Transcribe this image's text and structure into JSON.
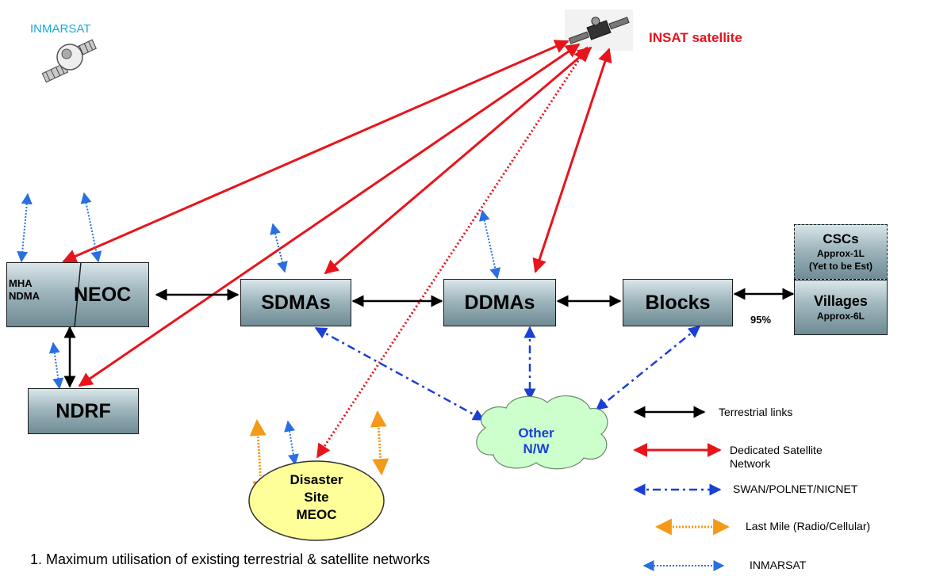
{
  "labels": {
    "inmarsat_sat": "INMARSAT",
    "insat_sat": "INSAT satellite",
    "mha": "MHA",
    "ndma": "NDMA",
    "neoc": "NEOC",
    "ndrf": "NDRF",
    "sdmas": "SDMAs",
    "ddmas": "DDMAs",
    "blocks": "Blocks",
    "cscs": "CSCs",
    "cscs_approx": "Approx-1L",
    "cscs_note": "(Yet to be Est)",
    "villages": "Villages",
    "villages_approx": "Approx-6L",
    "percent": "95%",
    "other_nw_line1": "Other",
    "other_nw_line2": "N/W",
    "disaster_line1": "Disaster",
    "disaster_line2": "Site",
    "disaster_line3": "MEOC",
    "footnote": "1.  Maximum utilisation of existing  terrestrial & satellite  networks"
  },
  "legend": {
    "terrestrial": "Terrestrial links",
    "satellite_line1": "Dedicated Satellite",
    "satellite_line2": "Network",
    "swan": "SWAN/POLNET/NICNET",
    "last_mile": "Last Mile (Radio/Cellular)",
    "inmarsat": "INMARSAT"
  },
  "colors": {
    "terrestrial": "#000000",
    "satellite": "#e8141c",
    "swan": "#1a3fd6",
    "last_mile": "#f39a18",
    "inmarsat": "#2a6fe0",
    "insat_text": "#e8141c",
    "inmarsat_text": "#1aa7e0",
    "cloud": "#ccffcc",
    "ellipse": "#ffff99"
  }
}
